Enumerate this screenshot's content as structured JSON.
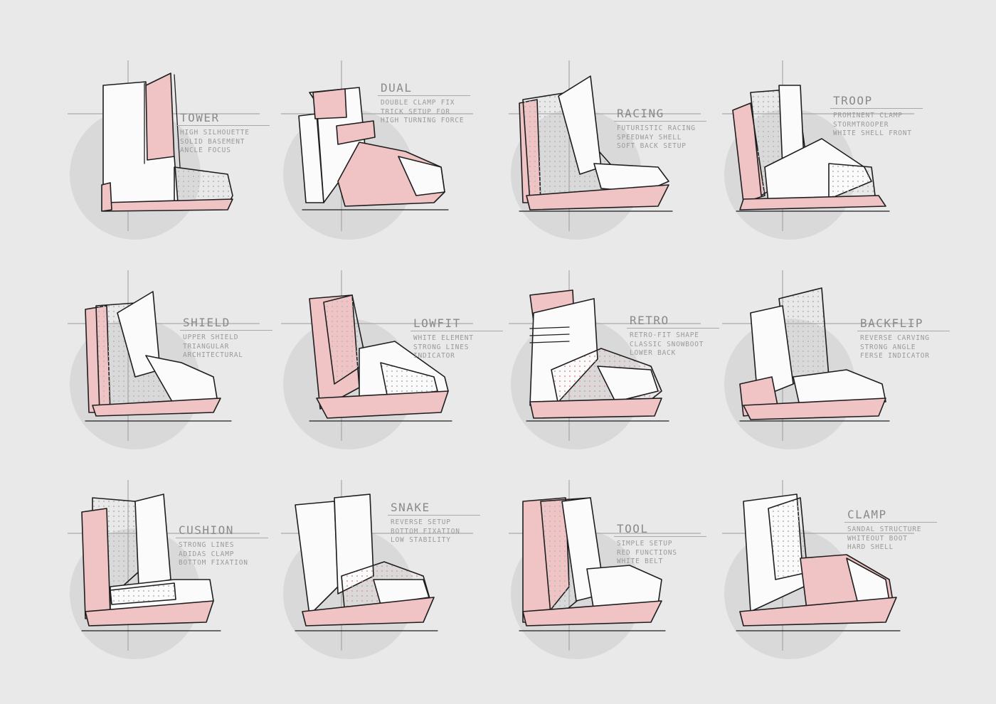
{
  "colors": {
    "background": "#e9e9e9",
    "accent_pink": "#f0c4c4",
    "shell_white": "#fbfbfb",
    "shadow_circle": "#d9d9d9",
    "ink": "#1e1e1e",
    "label_gray": "#8a8a8a"
  },
  "sketches": [
    {
      "name": "TOWER",
      "notes": [
        "HIGH SILHOUETTE",
        "SOLID BASEMENT",
        "ANCLE FOCUS"
      ]
    },
    {
      "name": "DUAL",
      "notes": [
        "DOUBLE CLAMP FIX",
        "TRICK SETUP FOR",
        "HIGH TURNING FORCE"
      ]
    },
    {
      "name": "RACING",
      "notes": [
        "FUTURISTIC RACING",
        "SPEEDWAY SHELL",
        "SOFT BACK SETUP"
      ]
    },
    {
      "name": "TROOP",
      "notes": [
        "PROMINENT CLAMP",
        "STORMTROOPER",
        "WHITE SHELL FRONT"
      ]
    },
    {
      "name": "SHIELD",
      "notes": [
        "UPPER SHIELD",
        "TRIANGULAR",
        "ARCHITECTURAL"
      ]
    },
    {
      "name": "LOWFIT",
      "notes": [
        "WHITE ELEMENT",
        "STRONG LINES",
        "INDICATOR"
      ]
    },
    {
      "name": "RETRO",
      "notes": [
        "RETRO-FIT SHAPE",
        "CLASSIC SNOWBOOT",
        "LOWER BACK"
      ]
    },
    {
      "name": "BACKFLIP",
      "notes": [
        "REVERSE CARVING",
        "STRONG ANGLE",
        "FERSE INDICATOR"
      ]
    },
    {
      "name": "CUSHION",
      "notes": [
        "STRONG LINES",
        "ADIDAS CLAMP",
        "BOTTOM FIXATION"
      ]
    },
    {
      "name": "SNAKE",
      "notes": [
        "REVERSE SETUP",
        "BOTTOM FIXATION",
        "LOW STABILITY"
      ]
    },
    {
      "name": "TOOL",
      "notes": [
        "SIMPLE SETUP",
        "RED FUNCTIONS",
        "WHITE BELT"
      ]
    },
    {
      "name": "CLAMP",
      "notes": [
        "SANDAL STRUCTURE",
        "WHITEOUT BOOT",
        "HARD SHELL"
      ]
    }
  ]
}
